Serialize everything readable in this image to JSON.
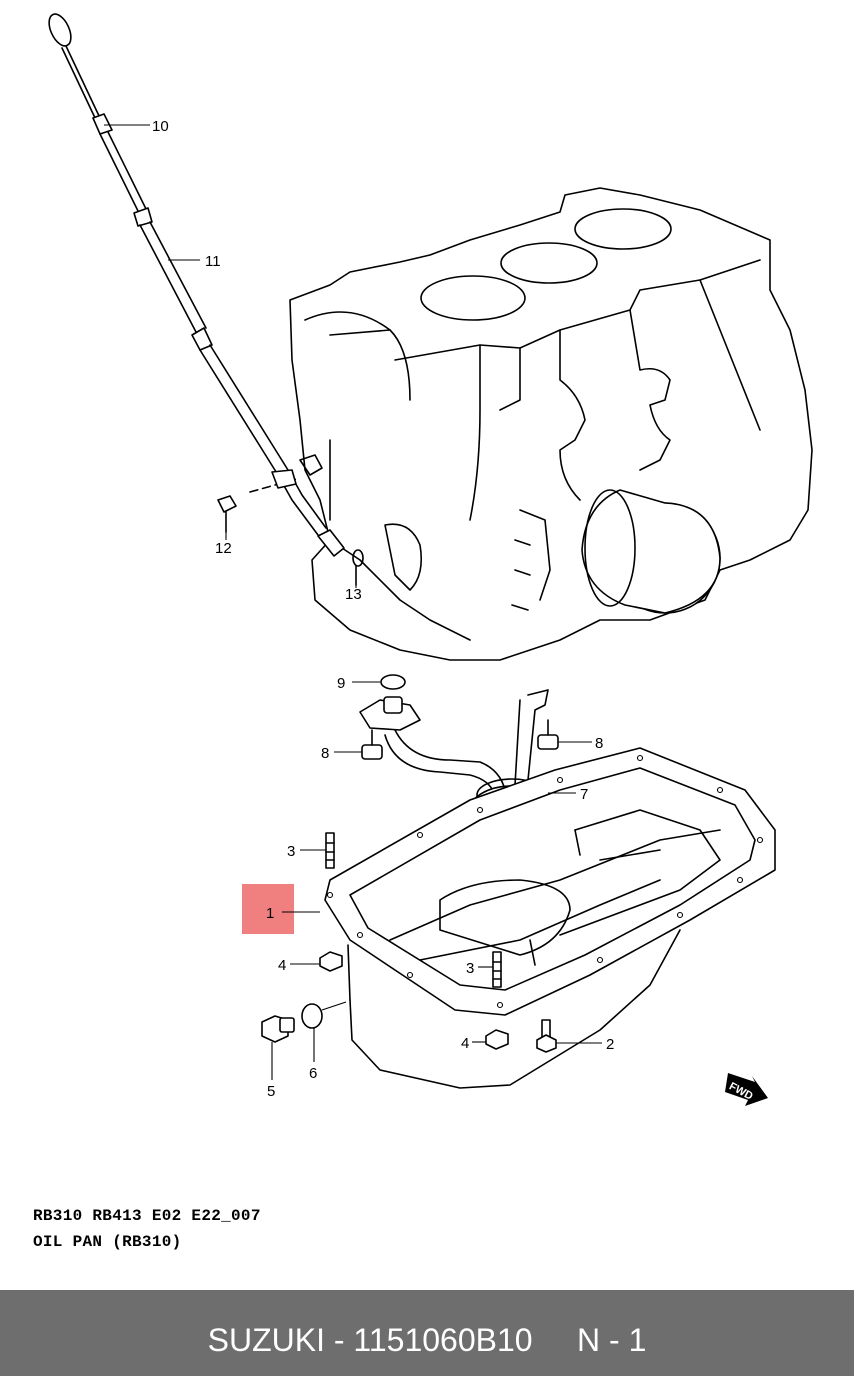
{
  "callouts": [
    {
      "id": "10",
      "label": "10"
    },
    {
      "id": "11",
      "label": "11"
    },
    {
      "id": "12",
      "label": "12"
    },
    {
      "id": "13",
      "label": "13"
    },
    {
      "id": "9",
      "label": "9"
    },
    {
      "id": "8a",
      "label": "8"
    },
    {
      "id": "8b",
      "label": "8"
    },
    {
      "id": "7",
      "label": "7"
    },
    {
      "id": "3a",
      "label": "3"
    },
    {
      "id": "1",
      "label": "1"
    },
    {
      "id": "4a",
      "label": "4"
    },
    {
      "id": "3b",
      "label": "3"
    },
    {
      "id": "5",
      "label": "5"
    },
    {
      "id": "6",
      "label": "6"
    },
    {
      "id": "4b",
      "label": "4"
    },
    {
      "id": "2",
      "label": "2"
    }
  ],
  "highlight": {
    "callout": "1",
    "color": "#f08080"
  },
  "fwd_label": "FWD",
  "caption": {
    "code_line": "RB310 RB413 E02 E22_007",
    "title_line": "OIL PAN (RB310)"
  },
  "footer": {
    "text": "SUZUKI - 1151060B10     N - 1",
    "background": "#6e6e6e",
    "color": "#ffffff"
  }
}
